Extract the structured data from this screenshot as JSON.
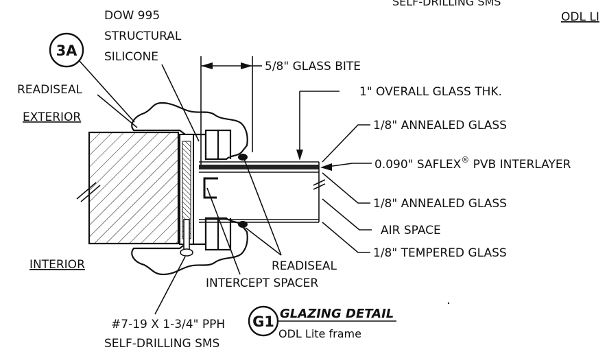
{
  "top_cut_labels": {
    "left": "SELF-DRILLING SMS",
    "right": "ODL LI"
  },
  "labels": {
    "sealant_1": "DOW 995",
    "sealant_2": "STRUCTURAL",
    "sealant_3": "SILICONE",
    "readiseal_left": "READISEAL",
    "exterior": "EXTERIOR",
    "interior": "INTERIOR",
    "glass_bite": "5/8\" GLASS BITE",
    "overall_thk": "1\" OVERALL GLASS THK.",
    "annealed_top": "1/8\" ANNEALED GLASS",
    "interlayer_pre": "0.090\" SAFLEX",
    "interlayer_reg": "®",
    "interlayer_post": " PVB INTERLAYER",
    "annealed_bottom": "1/8\" ANNEALED GLASS",
    "air_space": "AIR SPACE",
    "tempered": "1/8\" TEMPERED GLASS",
    "readiseal_bottom": "READISEAL",
    "intercept": "INTERCEPT SPACER",
    "screw_1": "#7-19 X 1-3/4\" PPH",
    "screw_2": "SELF-DRILLING SMS"
  },
  "callouts": {
    "section": "3A",
    "detail": "G1"
  },
  "title": {
    "main": "GLAZING DETAIL",
    "sub": "ODL Lite frame"
  },
  "colors": {
    "ink": "#111111",
    "paper": "#ffffff",
    "glass_interlayer": "#222222"
  }
}
